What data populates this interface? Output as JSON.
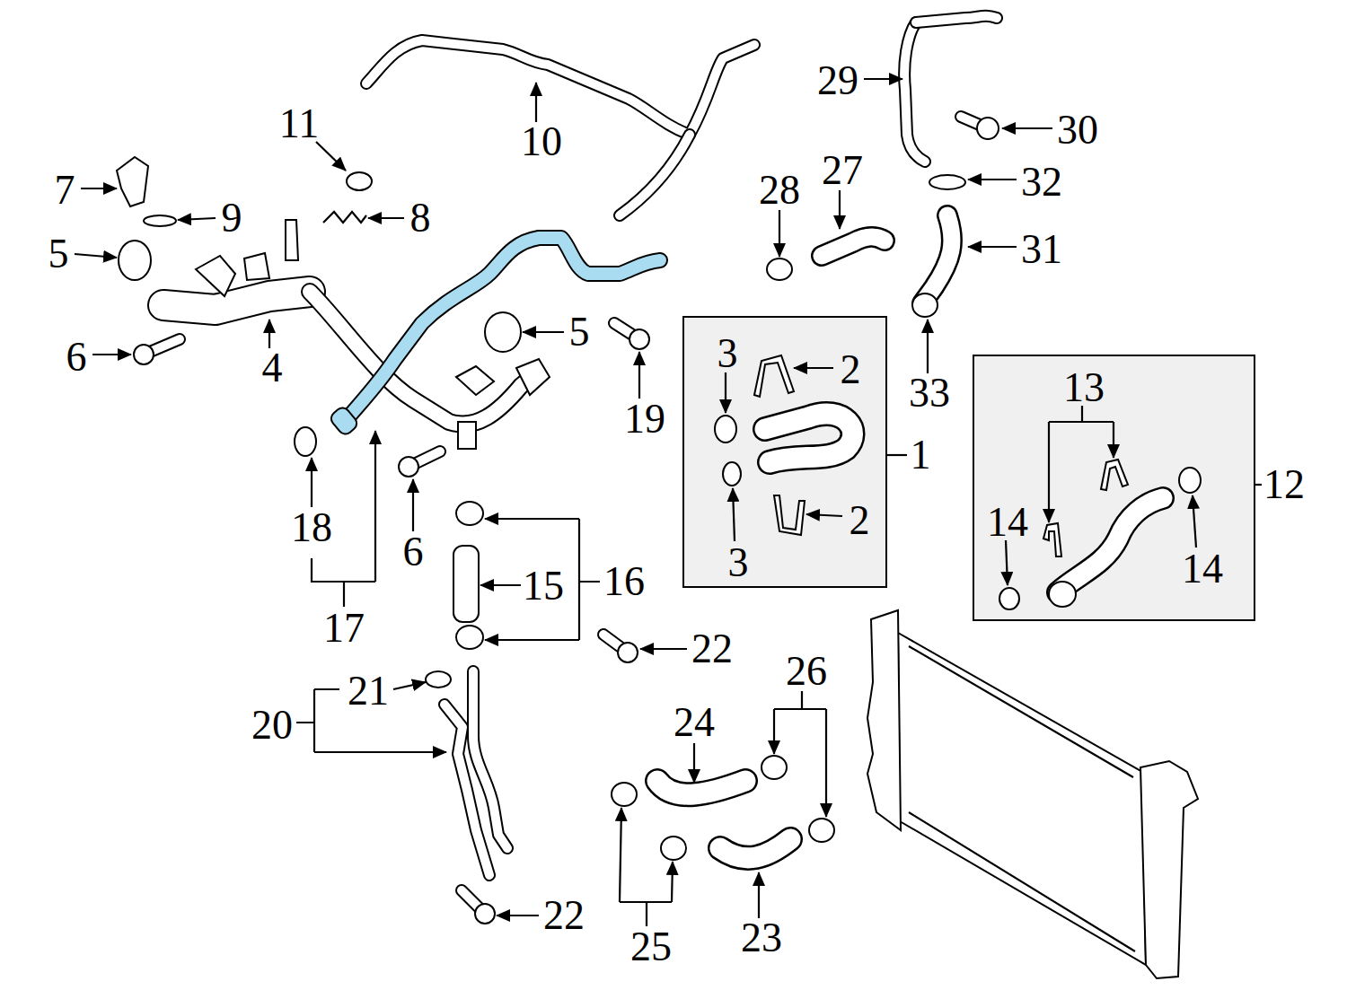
{
  "diagram": {
    "nodes": [
      {
        "text": [
          "3",
          "2",
          "3",
          "2"
        ]
      },
      {
        "text": [
          "13",
          "14",
          "14"
        ]
      }
    ],
    "labels": [
      "10",
      "29",
      "11",
      "30",
      "27",
      "28",
      "7",
      "32",
      "9",
      "8",
      "5",
      "31",
      "4",
      "5",
      "6",
      "33",
      "19",
      "1",
      "12",
      "18",
      "6",
      "16",
      "15",
      "17",
      "22",
      "21",
      "20",
      "26",
      "24",
      "22",
      "25",
      "23"
    ]
  }
}
